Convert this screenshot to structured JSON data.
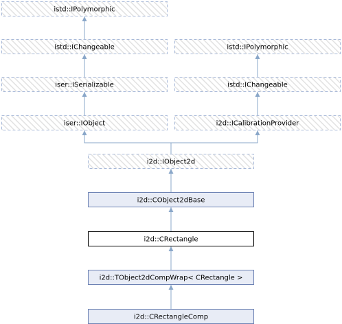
{
  "diagram": {
    "nodes": [
      {
        "id": "n0",
        "label": "istd::IPolymorphic",
        "style": "ext"
      },
      {
        "id": "n1",
        "label": "istd::IChangeable",
        "style": "ext"
      },
      {
        "id": "n2",
        "label": "iser::ISerializable",
        "style": "ext"
      },
      {
        "id": "n3",
        "label": "iser::IObject",
        "style": "ext"
      },
      {
        "id": "n4",
        "label": "istd::IPolymorphic",
        "style": "ext"
      },
      {
        "id": "n5",
        "label": "istd::IChangeable",
        "style": "ext"
      },
      {
        "id": "n6",
        "label": "i2d::ICalibrationProvider",
        "style": "ext"
      },
      {
        "id": "n7",
        "label": "i2d::IObject2d",
        "style": "ext"
      },
      {
        "id": "n8",
        "label": "i2d::CObject2dBase",
        "style": "base"
      },
      {
        "id": "n9",
        "label": "i2d::CRectangle",
        "style": "current"
      },
      {
        "id": "n10",
        "label": "i2d::TObject2dCompWrap< CRectangle >",
        "style": "base"
      },
      {
        "id": "n11",
        "label": "i2d::CRectangleComp",
        "style": "base"
      }
    ],
    "edges": [
      {
        "from": "n1",
        "to": "n0"
      },
      {
        "from": "n2",
        "to": "n1"
      },
      {
        "from": "n3",
        "to": "n2"
      },
      {
        "from": "n5",
        "to": "n4"
      },
      {
        "from": "n6",
        "to": "n5"
      },
      {
        "from": "n7",
        "to": "n3"
      },
      {
        "from": "n7",
        "to": "n6"
      },
      {
        "from": "n8",
        "to": "n7"
      },
      {
        "from": "n9",
        "to": "n8"
      },
      {
        "from": "n10",
        "to": "n9"
      },
      {
        "from": "n11",
        "to": "n10"
      }
    ],
    "colors": {
      "external_border": "#a8b9d8",
      "external_hatch": "#e2e2e2",
      "base_fill": "#e8ecf6",
      "base_border": "#6d82b4",
      "current_fill": "#ffffff",
      "current_border": "#000000",
      "edge": "#8aa7c9"
    }
  }
}
